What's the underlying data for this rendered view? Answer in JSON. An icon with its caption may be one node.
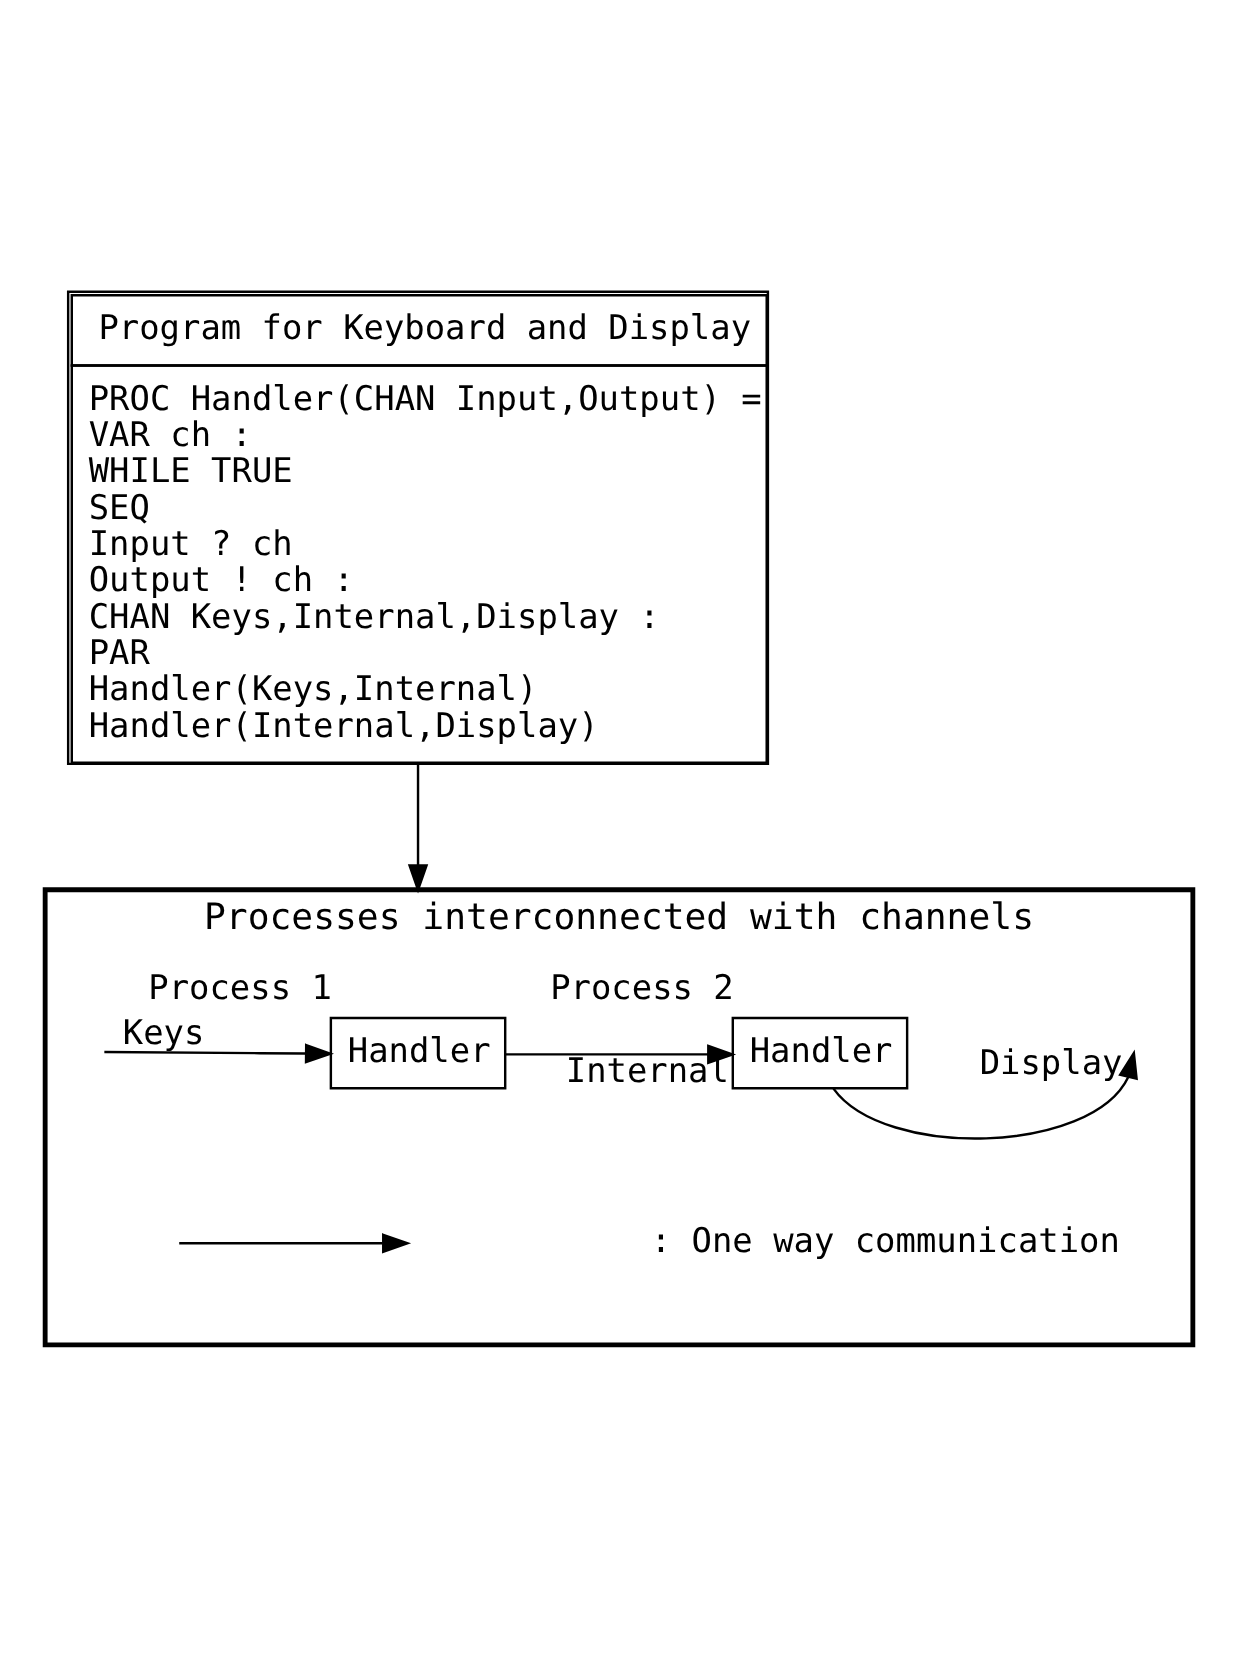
{
  "diagram": {
    "nodes": [
      {
        "text": [
          "Program for Keyboard and Display",
          "PROC Handler(CHAN Input,Output) =",
          "VAR ch :",
          "WHILE TRUE",
          "SEQ",
          "Input ? ch",
          "Output ! ch :",
          "CHAN Keys,Internal,Display :",
          "PAR",
          "Handler(Keys,Internal)",
          "Handler(Internal,Display)"
        ]
      },
      {
        "text": [
          "Processes interconnected with channels"
        ]
      },
      {
        "text": [
          "Handler"
        ],
        "in": 1,
        "beside": [
          "Process 1"
        ]
      },
      {
        "text": [
          "Handler"
        ],
        "in": 1,
        "beside": [
          "Process 2"
        ]
      }
    ],
    "edges": [
      {
        "from": 0,
        "to": 1,
        "arrow": "to"
      },
      {
        "from": null,
        "to": 2,
        "arrow": "to",
        "label": "Keys"
      },
      {
        "from": 2,
        "to": 3,
        "arrow": "to",
        "label": "Internal"
      },
      {
        "from": 3,
        "to": null,
        "arrow": "to",
        "label": "Display"
      }
    ],
    "legend": [
      {
        "text": ": One way communication"
      }
    ]
  }
}
